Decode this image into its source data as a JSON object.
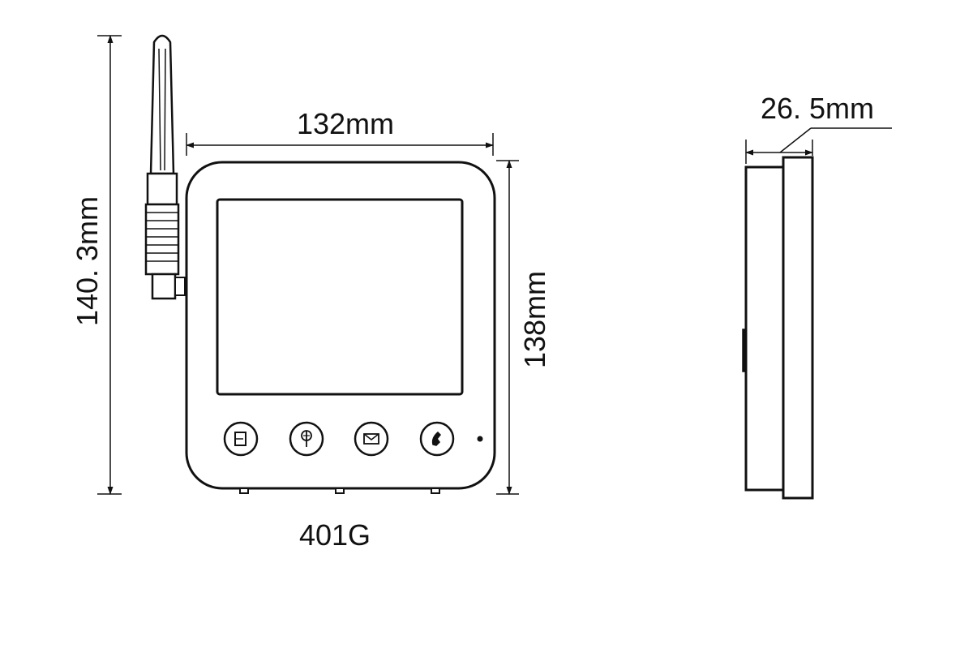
{
  "dimensions": {
    "width": "132mm",
    "total_height": "140. 3mm",
    "body_height": "138mm",
    "depth": "26. 5mm"
  },
  "model": "401G",
  "icons": {
    "button_1": "square-outline-icon",
    "button_2": "signal-antenna-icon",
    "button_3": "envelope-icon",
    "button_4": "phone-handset-icon",
    "indicator": "led-dot-icon"
  },
  "colors": {
    "line": "#111111",
    "background": "#ffffff"
  }
}
